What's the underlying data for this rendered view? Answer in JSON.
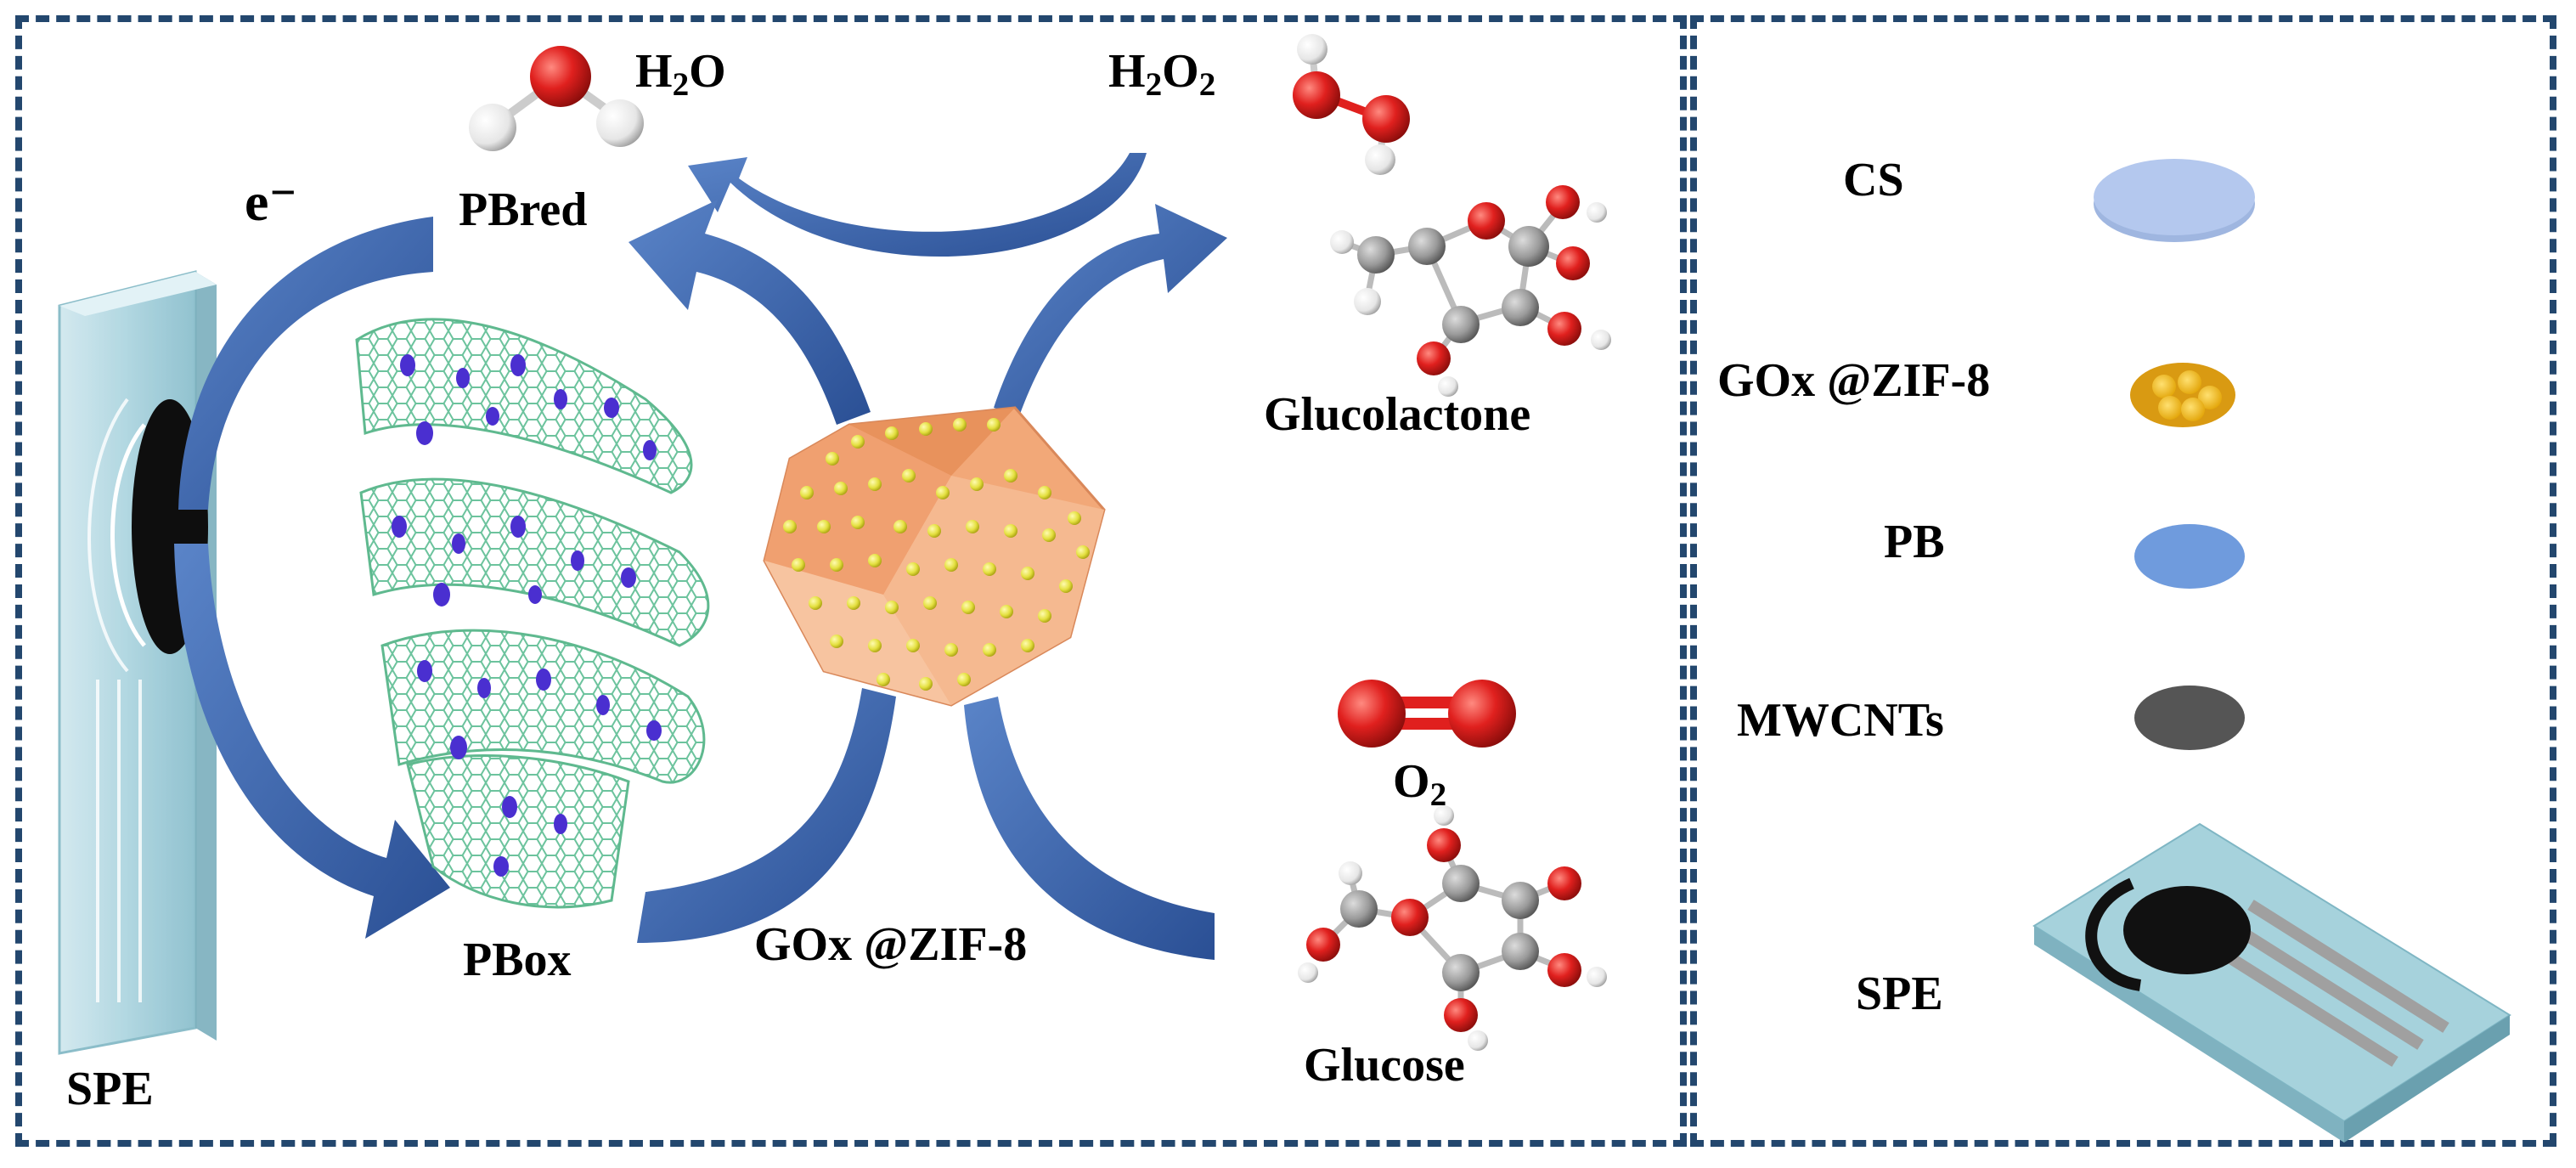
{
  "left": {
    "electron_label": "e⁻",
    "pbred_label": "PBred",
    "pbox_label": "PBox",
    "spe_label": "SPE",
    "h2o": {
      "main": "H",
      "sub": "2",
      "tail": "O"
    },
    "h2o2": {
      "main": "H",
      "sub1": "2",
      "mid": "O",
      "sub2": "2"
    },
    "o2": {
      "main": "O",
      "sub": "2"
    },
    "glucolactone_label": "Glucolactone",
    "glucose_label": "Glucose",
    "gox_label": "GOx @ZIF-8"
  },
  "legend": {
    "items": [
      {
        "label": "CS",
        "icon": "cs-disc-icon",
        "color": "#a9c1ea"
      },
      {
        "label": "GOx @ZIF-8",
        "icon": "gox-zif8-particle-icon",
        "color": "#e8a91a"
      },
      {
        "label": "PB",
        "icon": "pb-disc-icon",
        "color": "#6f9bdd"
      },
      {
        "label": "MWCNTs",
        "icon": "mwcnts-disc-icon",
        "color": "#555555"
      },
      {
        "label": "SPE",
        "icon": "spe-electrode-icon",
        "color": "#a6d2dc"
      }
    ]
  },
  "colors": {
    "border": "#23476e",
    "arrow": "#2f5496",
    "nanotube": "#7fd1ae",
    "prussian_blue": "#4a2fd0",
    "zif8": "#f2a878",
    "oxygen_atom": "#e0201e",
    "carbon_atom": "#9a9a9a",
    "hydrogen_atom": "#f2f2f2"
  }
}
